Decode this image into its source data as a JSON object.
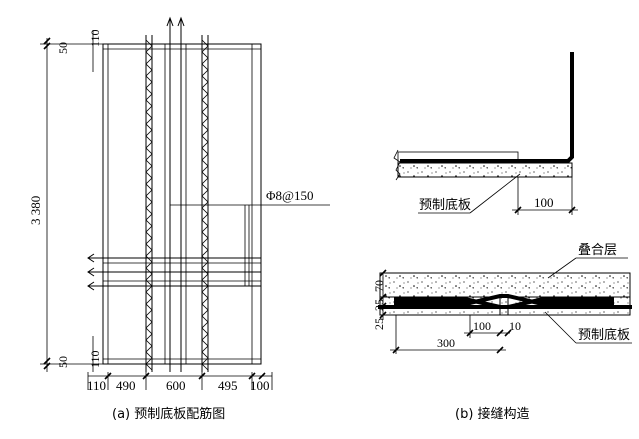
{
  "left_drawing": {
    "dim_top_small_a": "50",
    "dim_top_small_b": "110",
    "dim_total_height": "3 380",
    "dim_bottom_small_a": "50",
    "dim_bottom_small_b": "110",
    "rebar_label": "Φ8@150",
    "bottom_dims": [
      "110",
      "490",
      "600",
      "495",
      "100"
    ],
    "caption": "(a) 预制底板配筋图"
  },
  "right_top_detail": {
    "label": "预制底板",
    "dim": "100"
  },
  "right_bottom_detail": {
    "layer_label": "叠合层",
    "slab_label": "预制底板",
    "left_dims": [
      "25",
      "25",
      "70"
    ],
    "dim_100": "100",
    "dim_10": "10",
    "dim_300": "300"
  },
  "right_caption": "(b) 接缝构造"
}
